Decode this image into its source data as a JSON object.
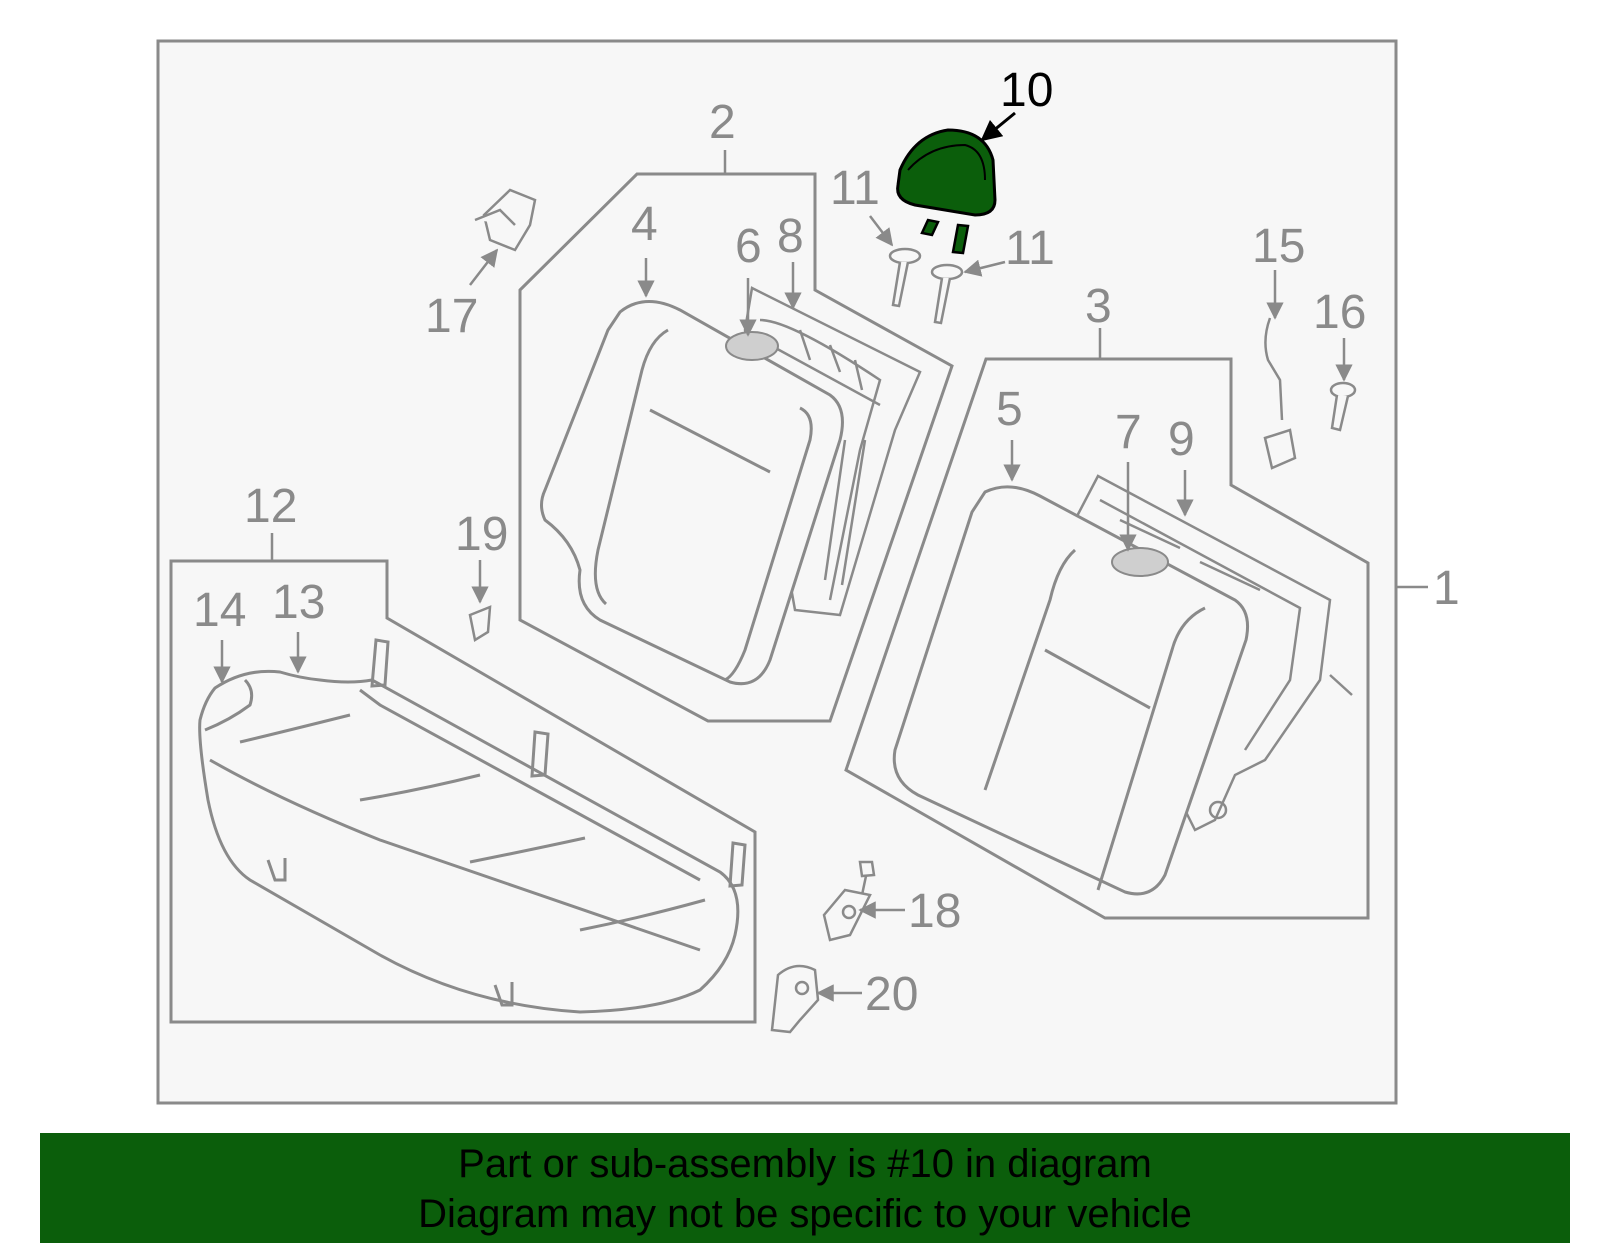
{
  "colors": {
    "line": "#8a8a8a",
    "panel": "#f7f7f7",
    "highlight": "#0b5e0b",
    "banner_bg": "#0b5e0b",
    "banner_text": "#000000"
  },
  "diagram": {
    "highlighted_part": "10",
    "callouts": {
      "p1": "1",
      "p2": "2",
      "p3": "3",
      "p4": "4",
      "p5": "5",
      "p6": "6",
      "p7": "7",
      "p8": "8",
      "p9": "9",
      "p10": "10",
      "p11a": "11",
      "p11b": "11",
      "p12": "12",
      "p13": "13",
      "p14": "14",
      "p15": "15",
      "p16": "16",
      "p17": "17",
      "p18": "18",
      "p19": "19",
      "p20": "20"
    }
  },
  "banner": {
    "line1": "Part or sub-assembly is #10 in diagram",
    "line2": "Diagram may not be specific to your vehicle"
  }
}
